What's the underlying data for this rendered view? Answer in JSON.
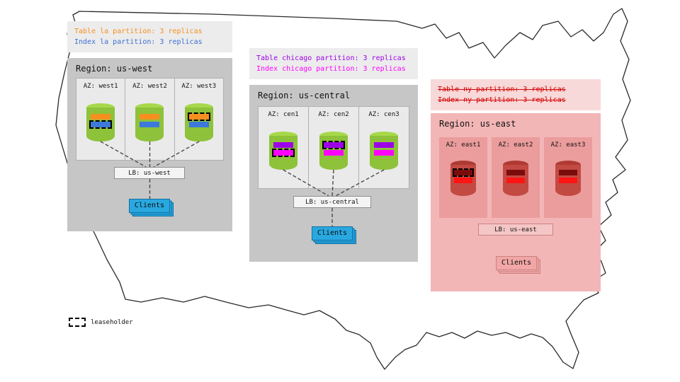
{
  "map": {
    "label": "US map outline"
  },
  "legend": {
    "label": "leaseholder"
  },
  "colors": {
    "table_la": "#f78f1e",
    "index_la": "#3d78db",
    "table_chicago": "#9d00e8",
    "index_chicago": "#ff00ff",
    "table_ny": "#7a0c0c",
    "index_ny": "#ff1414",
    "strikethrough_text": "#d40000",
    "clients_blue": "#29a8e0",
    "clients_pink": "#f2a6a6",
    "cylinder_green": "#8ec23a",
    "cylinder_red": "#c24a42",
    "panel_gray": "#c6c6c6",
    "panel_pink": "#f3b6b6"
  },
  "regions": {
    "west": {
      "title": "Region: us-west",
      "caption": {
        "table": "Table la partition: 3 replicas",
        "index": "Index la partition: 3 replicas"
      },
      "azs": [
        {
          "label": "AZ: west1"
        },
        {
          "label": "AZ: west2"
        },
        {
          "label": "AZ: west3"
        }
      ],
      "table_leaseholder": "AZ: west3",
      "index_leaseholder": "AZ: west1",
      "lb": "LB: us-west",
      "clients": "Clients"
    },
    "central": {
      "title": "Region: us-central",
      "caption": {
        "table": "Table chicago partition: 3 replicas",
        "index": "Index chicago partition: 3 replicas"
      },
      "azs": [
        {
          "label": "AZ: cen1"
        },
        {
          "label": "AZ: cen2"
        },
        {
          "label": "AZ: cen3"
        }
      ],
      "table_leaseholder": "AZ: cen2",
      "index_leaseholder": "AZ: cen1",
      "lb": "LB: us-central",
      "clients": "Clients"
    },
    "east": {
      "title": "Region: us-east",
      "caption": {
        "table": "Table ny partition: 3 replicas",
        "index": "Index ny partition: 3 replicas",
        "struck": true
      },
      "azs": [
        {
          "label": "AZ: east1"
        },
        {
          "label": "AZ: east2"
        },
        {
          "label": "AZ: east3"
        }
      ],
      "table_leaseholder": "AZ: east1",
      "lb": "LB: us-east",
      "clients": "Clients"
    }
  }
}
